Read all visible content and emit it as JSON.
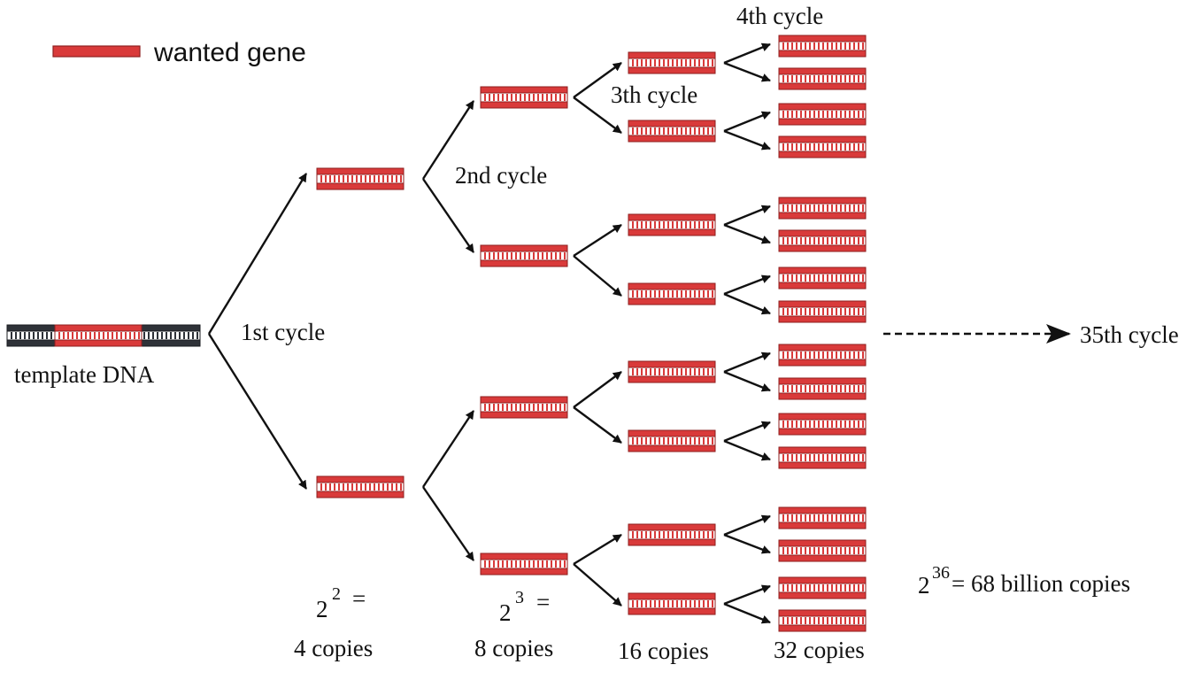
{
  "legend": {
    "label": "wanted gene",
    "color": "#d93a3a"
  },
  "template": {
    "label": "template DNA",
    "strand_color": "#2f3238",
    "gene_color": "#d93a3a"
  },
  "cycles": {
    "first": "1st cycle",
    "second": "2nd cycle",
    "third": "3th cycle",
    "fourth": "4th cycle",
    "final": "35th cycle"
  },
  "counts": {
    "c1_base": "2",
    "c1_exp": "2",
    "c1_eq": "=",
    "c1_copies": "4 copies",
    "c2_base": "2",
    "c2_exp": "3",
    "c2_eq": "=",
    "c2_copies": "8 copies",
    "c3_copies": "16 copies",
    "c4_copies": "32 copies",
    "final_base": "2",
    "final_exp": "36",
    "final_text": "= 68 billion copies"
  },
  "colors": {
    "dna_red": "#d93a3a",
    "dna_dark_red": "#8e1f1f",
    "arrow": "#111111"
  }
}
